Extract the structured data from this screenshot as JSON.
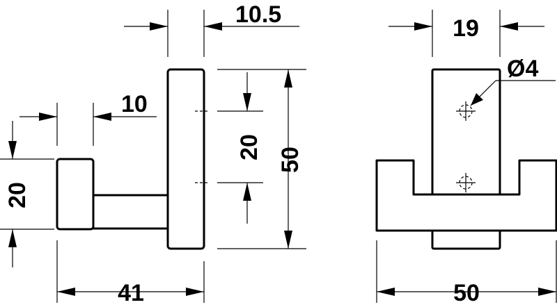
{
  "drawing": {
    "side_view": {
      "dim_top_width": "10.5",
      "dim_arm_width": "10",
      "dim_hole_spacing": "20",
      "dim_height": "50",
      "dim_hook_height": "20",
      "dim_depth": "41"
    },
    "front_view": {
      "dim_plate_width": "19",
      "dim_hole_diameter": "Ø4",
      "dim_total_width": "50"
    }
  }
}
